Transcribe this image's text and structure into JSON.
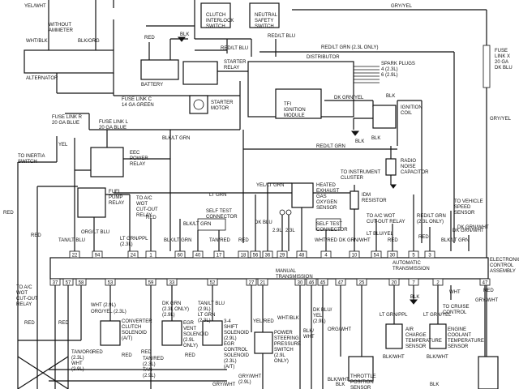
{
  "top": {
    "yel_wht": "YEL/WHT",
    "without_ammeter": "WITHOUT\nAMMETER",
    "wht_blk": "WHT/BLK",
    "blk_org": "BLK/ORG",
    "clutch_interlock": "CLUTCH\nINTERLOCK\nSWITCH",
    "neutral_safety": "NEUTRAL\nSAFETY\nSWITCH",
    "gry_yel_top": "GRY/YEL",
    "red_ltblu_top": "RED/LT BLU",
    "red_ltgrn_23": "RED/LT GRN (2.3L ONLY)",
    "red_ltblu_mid": "RED/LT BLU",
    "alternator": "ALTERNATOR",
    "red_a": "RED",
    "blk_a": "BLK",
    "battery": "BATTERY",
    "starter_relay": "STARTER\nRELAY",
    "distributor": "DISTRIBUTOR",
    "spark_plugs": "SPARK PLUGS\n4 (2.3L)\n6 (2.9L)",
    "fuse_link_x": "FUSE\nLINK X\n20 GA\nDK BLU",
    "gry_yel_right": "GRY/YEL",
    "fuse_link_c": "FUSE LINK C\n14 GA GREEN",
    "starter_motor": "STARTER\nMOTOR",
    "tfi_module": "TFI\nIGNITION\nMODULE",
    "dk_grn_yel": "DK GRN/YEL",
    "blk_coil": "BLK",
    "ignition_coil": "IGNITION\nCOIL",
    "fuse_link_l": "FUSE LINK L\n20 GA BLUE",
    "fuse_link_r": "FUSE LINK R\n20 GA BLUE",
    "blk_c": "BLK"
  },
  "middle": {
    "yel": "YEL",
    "blk_lt_grn": "BLK/LT GRN",
    "red_lt_grn": "RED/LT GRN",
    "eec_power_relay": "EEC\nPOWER\nRELAY",
    "blk_d": "BLK",
    "radio_capacitor": "RADIO\nNOISE\nCAPACITOR",
    "to_inertia": "TO INERTIA\nSWITCH",
    "to_instrument": "TO INSTRUMENT\nCLUSTER",
    "yel_lt_grn": "YEL/LT GRN",
    "heated_o2": "HEATED\nEXHAUST\nGAS\nOXYGEN\nSENSOR",
    "idm_resistor": "IDM\nRESISTOR",
    "fuel_pump_relay": "FUEL\nPUMP\nRELAY",
    "to_ac_wot_1": "TO A/C\nWOT\nCUT-OUT\nRELAY",
    "lt_grn_a": "LT GRN",
    "to_vehicle_speed": "TO VEHICLE\nSPEED\nSENSOR",
    "self_test_1": "SELF TEST\nCONNECTOR",
    "to_ac_wot_2": "TO A/C WOT\nCUT-OUT RELAY",
    "red_lt_grn_23": "RED/LT GRN\n(2.3L ONLY)",
    "dk_grn_wht_a": "DK GRN/WHT",
    "red_b": "RED",
    "red_c": "RED",
    "tan_lt_blu": "TAN/LT BLU",
    "org_lt_blu": "ORG/LT BLU",
    "lt_grn_ppl": "LT GRN/PPL\n(2.3L)",
    "red_d": "RED",
    "blk_lt_grn_2": "BLK/LT GRN",
    "blk_lt_grn_3": "BLK/LT GRN",
    "tan_red": "TAN/RED",
    "red_e": "RED",
    "dk_blu": "DK BLU",
    "l29": "2.9L",
    "l23": "2.3L",
    "self_test_2": "SELF TEST\nCONNECTOR",
    "wht_red": "WHT/RED",
    "dk_grn_wht_b": "DK GRN/WHT",
    "lt_blu_yel": "LT BLU/YEL",
    "red_f": "RED",
    "blk_lt_grn_4": "BLK/LT GRN",
    "dk_grn_wht_c": "DK GRN/WHT",
    "red_g": "RED"
  },
  "ecu": {
    "label": "ELECTRONIC\nCONTROL\nASSEMBLY",
    "pins_top": [
      "22",
      "94",
      "24",
      "1",
      "60",
      "40",
      "17",
      "18",
      "56",
      "36",
      "29",
      "48",
      "4",
      "10",
      "54",
      "30",
      "5",
      "3"
    ],
    "pins_bottom": [
      "37",
      "57",
      "58",
      "53",
      "59",
      "33",
      "52",
      "27",
      "21",
      "30",
      "46",
      "45",
      "47",
      "25",
      "20",
      "7",
      "2",
      "47"
    ],
    "manual": "MANUAL\nTRANSMISSION",
    "automatic": "AUTOMATIC\nTRANSMISSION"
  },
  "bottom": {
    "to_ac_wot_3": "TO A/C\nWOT\nCUT-OUT\nRELAY",
    "red_h": "RED",
    "red_i": "RED",
    "wht_29": "WHT (2.9L)",
    "org_yel_23": "ORG/YEL (2.3L)",
    "converter_clutch": "CONVERTER\nCLUTCH\nSOLENOID\n(A/T)",
    "red_j": "RED",
    "red_k": "RED",
    "tan_org": "TAN/ORG\n(2.3L)\nWHT\n(2.9L)",
    "red_l": "RED",
    "tan_red_b": "TAN/RED\n(2.3L)\nTAN\n(2.9L)",
    "dk_grn": "DK GRN\n(2.3L ONLY)\n(2.9L)",
    "egr_vent": "EGR\nVENT\nSOLENOID\n(2.9L\nONLY)",
    "tan_lt_blu_b": "TAN/LT BLU\n(2.9L)\nLT GRN\n(2.3L)",
    "shift_solenoid": "3-4\nSHIFT\nSOLENOID\n(2.9L)\nEGR\nCONTROL\nSOLENOID\n(2.3L)\n(A/T)",
    "red_m": "RED",
    "yel_red": "YEL/RED",
    "ps_switch": "POWER\nSTEERING\nPRESSURE\nSWITCH\n(2.9L\nONLY)",
    "wht_blk_b": "WHT/BLK",
    "dk_blu_yel": "DK BLU/\nYEL\n(2.9L)",
    "blk_wht_a": "BLK/\nWHT",
    "org_wht": "ORG/WHT",
    "gry_wht_a": "GRY/WHT\n(2.9L)",
    "gry_wht_b": "GRY/WHT",
    "blk_wht_b": "BLK/WHT",
    "throttle": "THROTTLE\nPOSITION\nSENSOR",
    "lt_grn_ppl_b": "LT GRN/PPL",
    "air_charge": "AIR\nCHARGE\nTEMPERATURE\nSENSOR",
    "blk_wht_c": "BLK/WHT",
    "lt_grn_yel": "LT GRN/YEL",
    "engine_coolant": "ENGINE\nCOOLANT\nTEMPERATURE\nSENSOR",
    "blk_wht_d": "BLK/WHT",
    "blk_e": "BLK",
    "wht_cruise": "WHT",
    "to_cruise": "TO CRUISE\nCONTROL",
    "gry_wht_c": "GRY/WHT",
    "red_n": "RED",
    "blk_f": "BLK",
    "blk_g": "BLK"
  }
}
